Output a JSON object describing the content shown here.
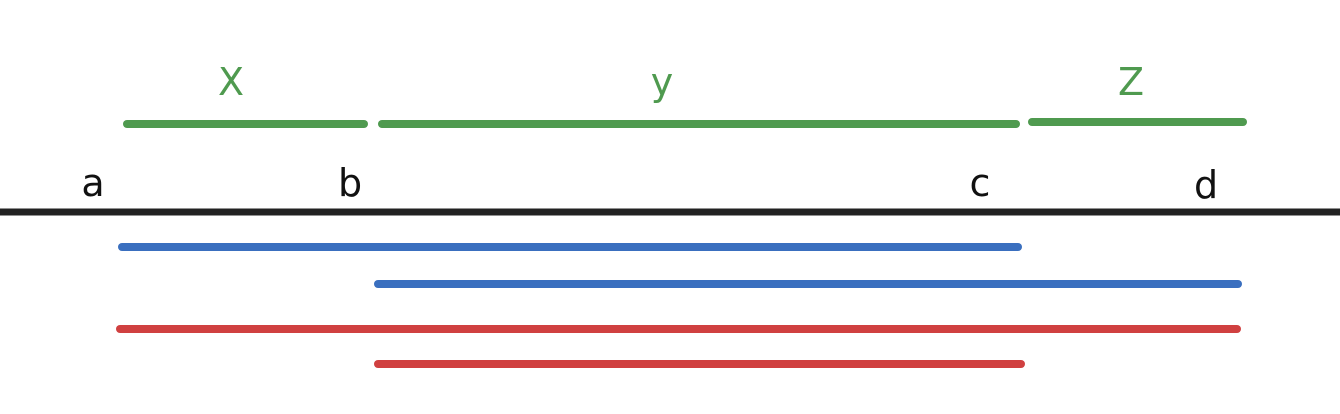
{
  "points": [
    {
      "label": "a"
    },
    {
      "label": "b"
    },
    {
      "label": "c"
    },
    {
      "label": "d"
    }
  ],
  "segments": [
    {
      "label": "X",
      "from": "a",
      "to": "b"
    },
    {
      "label": "y",
      "from": "b",
      "to": "c"
    },
    {
      "label": "Z",
      "from": "c",
      "to": "d"
    }
  ],
  "intervals": [
    {
      "from": "a",
      "to": "c",
      "color": "#3a6fbf"
    },
    {
      "from": "b",
      "to": "d",
      "color": "#3a6fbf"
    },
    {
      "from": "a",
      "to": "d",
      "color": "#d04040"
    },
    {
      "from": "b",
      "to": "c",
      "color": "#d04040"
    }
  ],
  "colors": {
    "segment": "#4f9a4f",
    "axis": "#222222",
    "point_label": "#111111"
  }
}
